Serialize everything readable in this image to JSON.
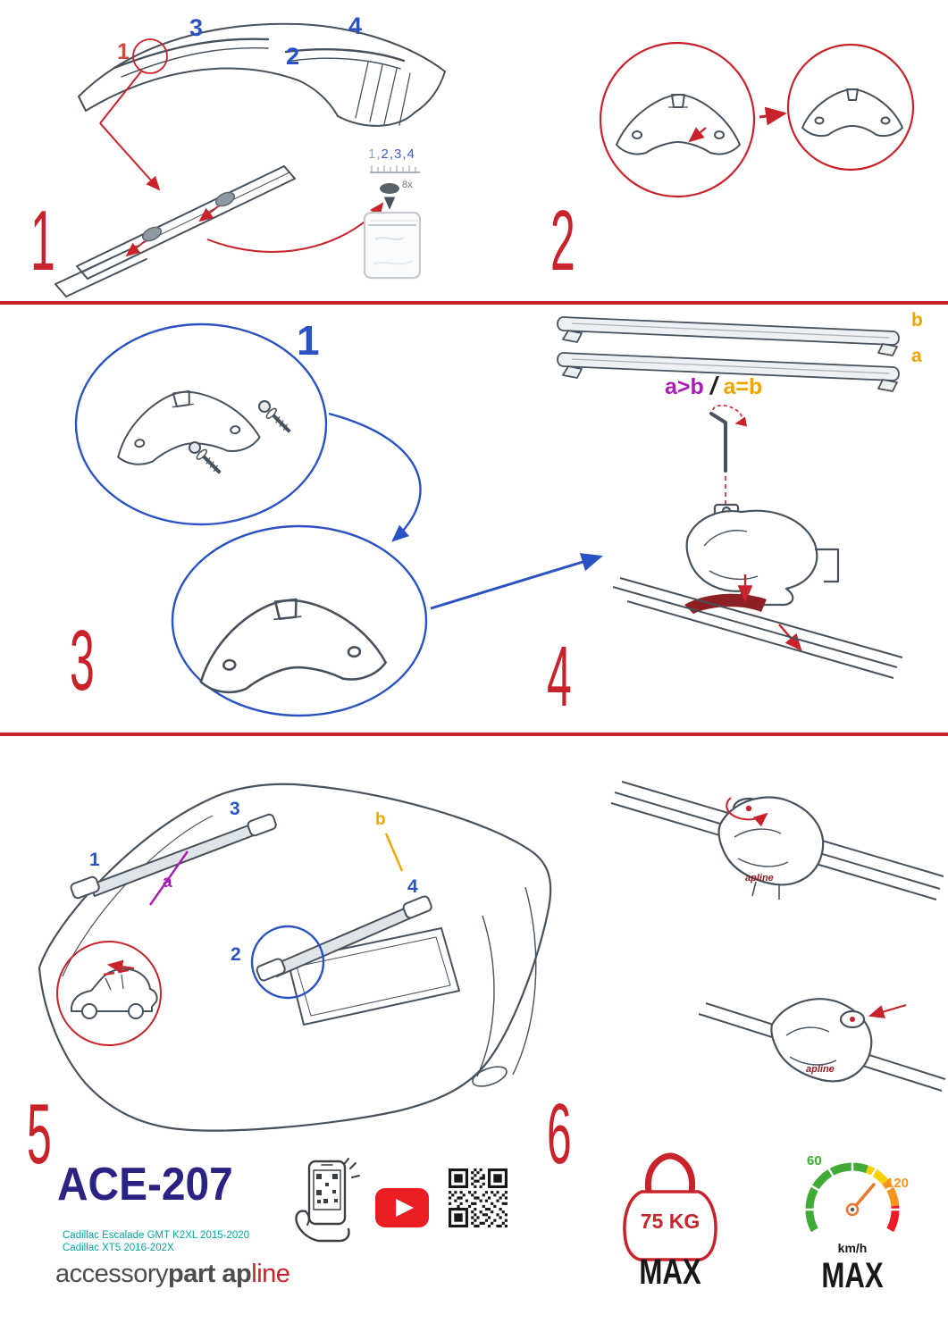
{
  "steps": {
    "step1": {
      "number": "1",
      "roof_points": [
        "1",
        "2",
        "3",
        "4"
      ],
      "parts_ref_gray": "1,",
      "parts_ref_blue": "2,3,4",
      "plug_quantity": "8x"
    },
    "step2": {
      "number": "2"
    },
    "step3": {
      "number": "3",
      "callout": "1"
    },
    "step4": {
      "number": "4",
      "bar_label_top": "b",
      "bar_label_bottom": "a",
      "rule_primary": "a>b",
      "rule_separator": "/",
      "rule_alternate": "a=b"
    },
    "step5": {
      "number": "5",
      "point_1": "1",
      "point_2": "2",
      "point_3": "3",
      "point_4": "4",
      "bar_label_a": "a",
      "bar_label_b": "b"
    },
    "step6": {
      "number": "6",
      "foot_brand_top": "apline",
      "foot_brand_bottom": "apline"
    }
  },
  "footer": {
    "product_code": "ACE-207",
    "compatibility": [
      "Cadillac Escalade GMT K2XL 2015-2020",
      "Cadillac XT5 2016-202X"
    ],
    "brand": {
      "accessory": "accessory",
      "part": "part",
      "ap": "ap",
      "line": "line"
    },
    "max_load": {
      "value": "75 KG",
      "label": "MAX"
    },
    "max_speed": {
      "low": "60",
      "high": "120",
      "unit": "km/h",
      "label": "MAX"
    },
    "icons": [
      "phone-qr-scan-icon",
      "youtube-icon",
      "qr-code-icon",
      "weight-limit-icon",
      "speedometer-icon"
    ]
  },
  "colors": {
    "step_red": "#c8232b",
    "callout_blue": "#2a52c4",
    "label_orange": "#f0a400",
    "label_purple": "#a81cb4",
    "compat_teal": "#00a79d",
    "product_navy": "#2a2383",
    "brand_gray": "#4d4d4f",
    "youtube_red": "#ed1d24",
    "gauge_green": "#3faa35",
    "gauge_orange": "#f7941d"
  }
}
